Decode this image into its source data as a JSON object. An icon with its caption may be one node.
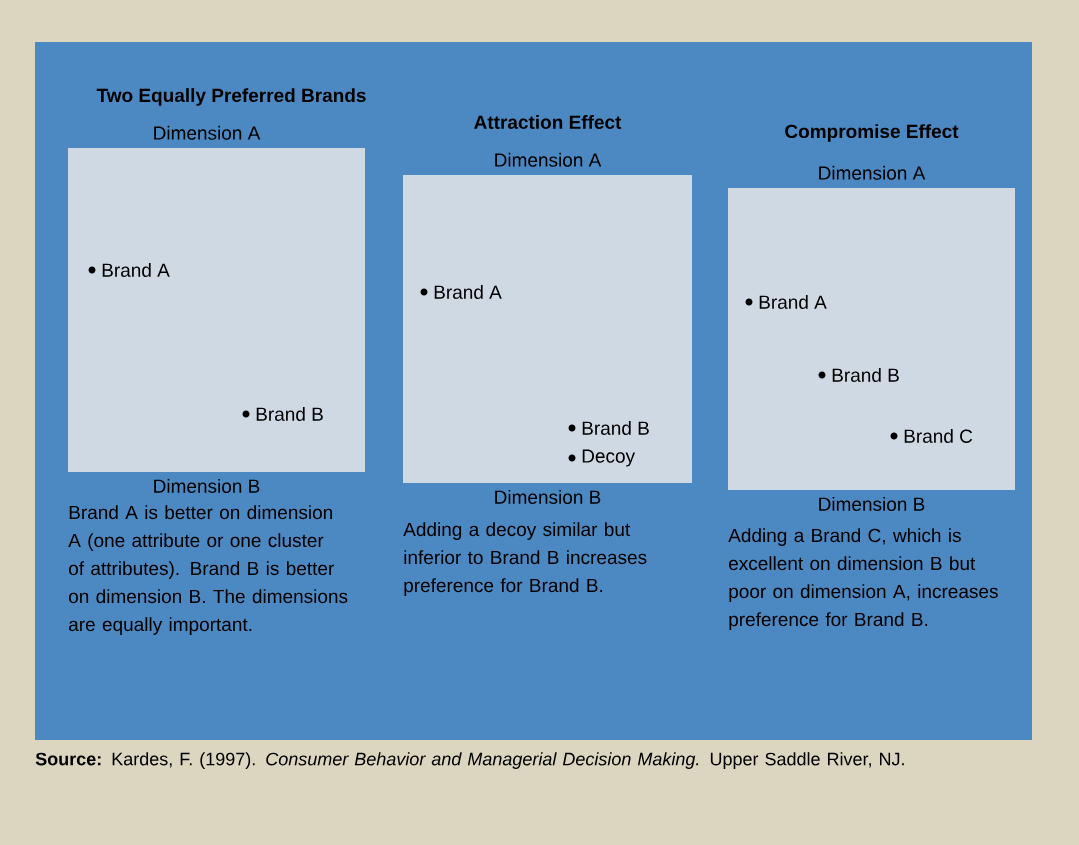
{
  "diagram": {
    "caption": "**Source:** Kardes, F. (1997). *Consumer Behavior and Managerial Decision Making.* Upper Saddle River, NJ.",
    "nodes": [
      {
        "text": [
          "Brand A",
          "Brand B"
        ],
        "beside": [
          "Dimension A",
          "Dimension B"
        ]
      },
      {
        "text": [
          "Brand A",
          "Brand B",
          "Decoy"
        ],
        "beside": [
          "Dimension A",
          "Dimension B"
        ]
      },
      {
        "text": [
          "Brand A",
          "Brand B",
          "Brand C"
        ],
        "beside": [
          "Dimension A",
          "Dimension B"
        ]
      }
    ],
    "labels": [
      "Two Equally Preferred Brands",
      "Brand A is better on dimension A (one attribute or one cluster of attributes). Brand B is better on dimension B. The dimensions are equally important.",
      "Attraction Effect",
      "Adding a decoy similar but inferior to Brand B increases preference for Brand B.",
      "Compromise Effect",
      "Adding a Brand C, which is excellent on dimension B but poor on dimension A, increases preference for Brand B."
    ]
  }
}
